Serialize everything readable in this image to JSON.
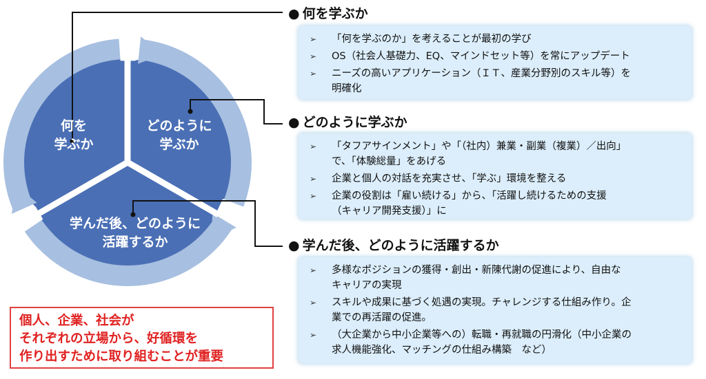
{
  "cycle": {
    "segments": [
      {
        "label": "何を\n学ぶか"
      },
      {
        "label": "どのように\n学ぶか"
      },
      {
        "label": "学んだ後、どのように\n活躍するか"
      }
    ],
    "colors": {
      "fill": "#4a6fb5",
      "ring": "#a7bfe0",
      "divider": "#ffffff"
    }
  },
  "sections": [
    {
      "title": "何を学ぶか",
      "bullet": "●",
      "items": [
        "「何を学ぶのか」を考えることが最初の学び",
        "OS（社会人基礎力、EQ、マインドセット等）を常にアップデート",
        "ニーズの高いアプリケーション（ＩＴ、産業分野別のスキル等）を\n明確化"
      ]
    },
    {
      "title": "どのように学ぶか",
      "bullet": "●",
      "items": [
        "「タフアサインメント」や「（社内）兼業・副業（複業）／出向」\nで、「体験総量」をあげる",
        "企業と個人の対話を充実させ、「学ぶ」環境を整える",
        "企業の役割は「雇い続ける」から、「活躍し続けるための支援\n（キャリア開発支援）」に"
      ]
    },
    {
      "title": "学んだ後、どのように活躍するか",
      "bullet": "●",
      "items": [
        "多様なポジションの獲得・創出・新陳代謝の促進により、自由な\nキャリアの実現",
        "スキルや成果に基づく処遇の実現。チャレンジする仕組み作り。企\n業での再活躍の促進。",
        "（大企業から中小企業等への）転職・再就職の円滑化（中小企業の\n求人機能強化、マッチングの仕組み構築　など）"
      ]
    }
  ],
  "bullet_marker": "➢",
  "note": {
    "lines": [
      "個人、企業、社会が",
      "それぞれの立場から、好循環を",
      "作り出すために取り組むことが重要"
    ],
    "color": "#e02020"
  }
}
